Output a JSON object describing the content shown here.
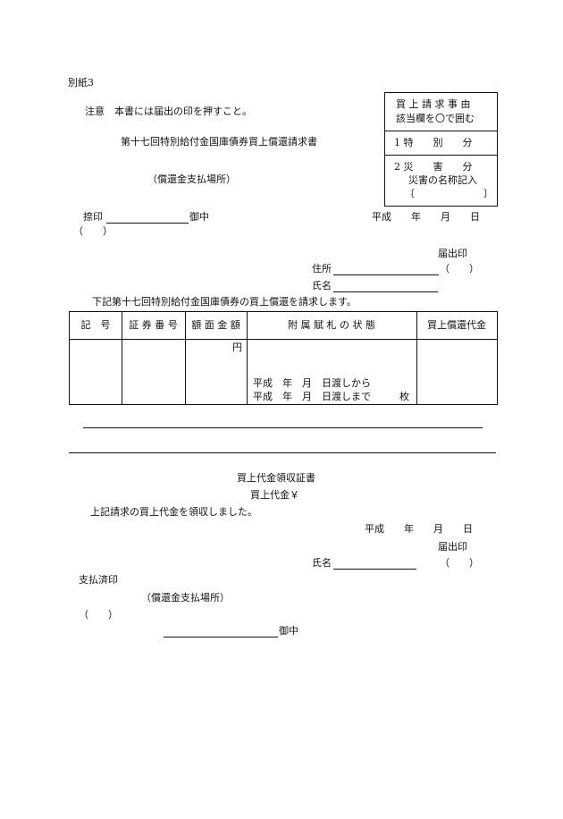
{
  "form_id": "別紙3",
  "notice": "注意　本書には届出の印を押すこと。",
  "form_title": "第十七回特別給付金国庫債券買上償還請求書",
  "payment_place": "（償還金支払場所）",
  "reason_box": {
    "header_line1": "買 上 請 求 事 由",
    "header_line2": "該当欄を〇で囲む",
    "item1": "1  特　　別　　分",
    "item2": "2  災　　害　　分",
    "item2_note": "災害の名称記入",
    "item2_bracket": "〔　　　　　　　〕"
  },
  "seal_label": "捺印",
  "onchu": "御中",
  "paren": "（　　）",
  "date_line": "平成　　年　　月　　日",
  "todokede_in": "届出印",
  "address_label": "住所",
  "name_label": "氏名",
  "request_text": "下記第十七回特別給付金国庫債券の買上償還を請求します。",
  "table": {
    "headers": [
      "記　号",
      "証 券 番 号",
      "額 面 金 額",
      "附 属 賦 札 の 状 態",
      "買上償還代金"
    ],
    "yen": "円",
    "coupon_from": "平成　年　月　日渡しから",
    "coupon_to": "平成　年　月　日渡しまで",
    "mai": "枚"
  },
  "receipt": {
    "title": "買上代金領収証書",
    "amount": "買上代金￥",
    "statement": "上記請求の買上代金を領収しました。",
    "date_line": "平成　　年　　月　　日",
    "todokede_in": "届出印",
    "name_label": "氏名",
    "paren": "（　　）",
    "paid_seal": "支払済印",
    "payment_place": "（償還金支払場所）",
    "paren2": "（　　）",
    "onchu": "御中"
  }
}
